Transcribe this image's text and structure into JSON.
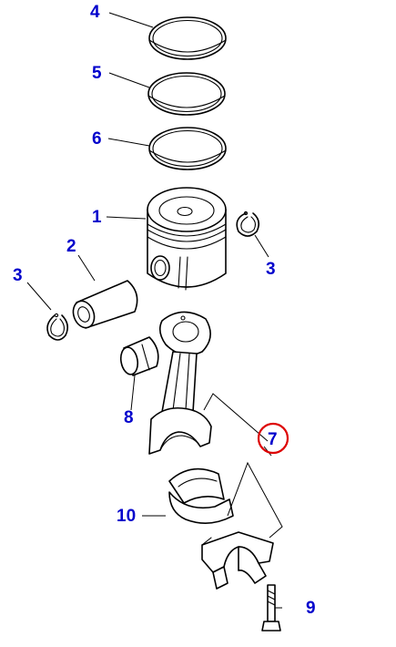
{
  "diagram": {
    "callouts": [
      {
        "id": "4",
        "text": "4"
      },
      {
        "id": "5",
        "text": "5"
      },
      {
        "id": "6",
        "text": "6"
      },
      {
        "id": "1",
        "text": "1"
      },
      {
        "id": "2",
        "text": "2"
      },
      {
        "id": "3-left",
        "text": "3"
      },
      {
        "id": "3-right",
        "text": "3"
      },
      {
        "id": "8",
        "text": "8"
      },
      {
        "id": "7",
        "text": "7"
      },
      {
        "id": "10",
        "text": "10"
      },
      {
        "id": "9",
        "text": "9"
      }
    ],
    "colors": {
      "callout_text": "#0000cc",
      "highlight_ring": "#dd0000",
      "line": "#000000",
      "background": "#ffffff"
    },
    "highlighted_callout": "7"
  }
}
